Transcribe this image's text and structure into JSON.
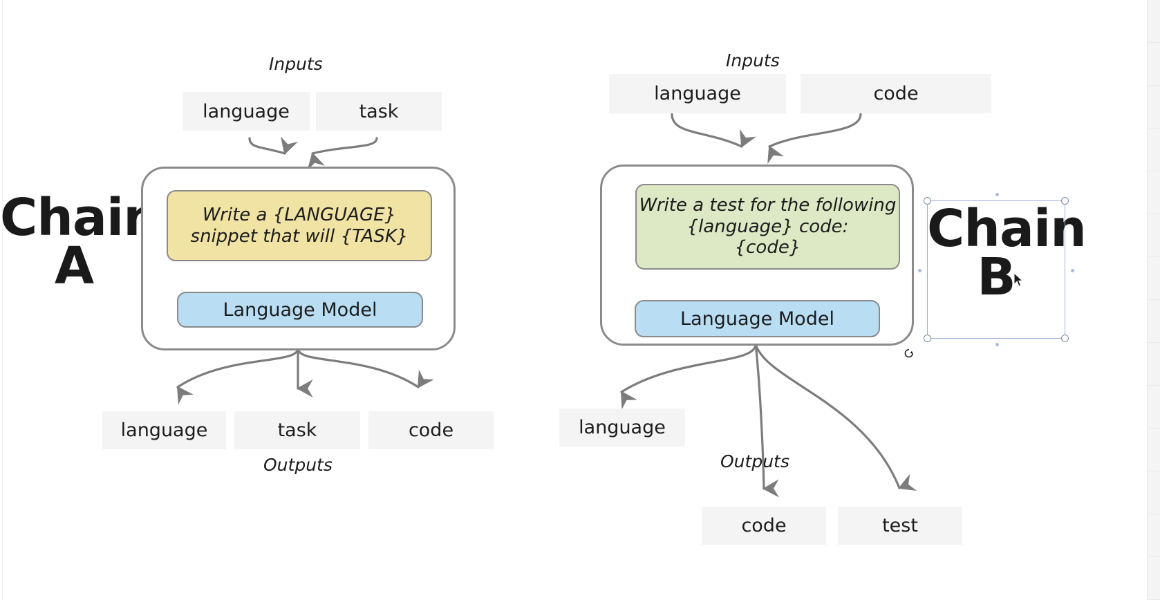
{
  "chain_a": {
    "title": "Chain\nA",
    "inputs_caption": "Inputs",
    "outputs_caption": "Outputs",
    "inputs": [
      {
        "label": "language"
      },
      {
        "label": "task"
      }
    ],
    "prompt": "Write a {LANGUAGE}\nsnippet that will {TASK}",
    "model": "Language Model",
    "outputs": [
      {
        "label": "language"
      },
      {
        "label": "task"
      },
      {
        "label": "code"
      }
    ]
  },
  "chain_b": {
    "title": "Chain\nB",
    "inputs_caption": "Inputs",
    "outputs_caption": "Outputs",
    "inputs": [
      {
        "label": "language"
      },
      {
        "label": "code"
      }
    ],
    "prompt": "Write a test for the following\n{language} code:\n{code}",
    "model": "Language Model",
    "outputs": [
      {
        "label": "language"
      },
      {
        "label": "code"
      },
      {
        "label": "test"
      }
    ]
  },
  "colors": {
    "prompt_a_fill": "#f0e3a3",
    "prompt_b_fill": "#dde9c5",
    "model_fill": "#b9def4",
    "box_stroke": "#8a8a8a",
    "chip_fill": "#f4f4f4",
    "edge_stroke": "#7c7c7c",
    "arrow_dark": "#2b2b2b",
    "selection_stroke": "#9db0d8",
    "text": "#1c1c1c"
  },
  "icons": {
    "rotate": "rotate-icon",
    "cursor": "mouse-pointer-icon"
  }
}
